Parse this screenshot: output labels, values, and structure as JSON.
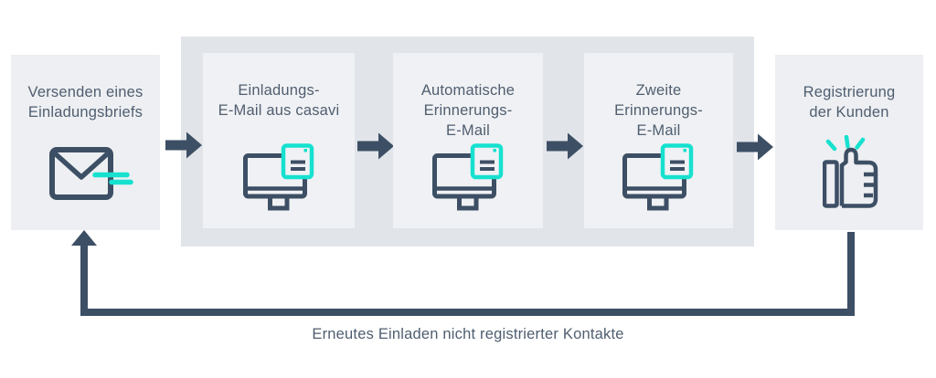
{
  "diagram": {
    "steps": [
      {
        "lines": [
          "Versenden eines",
          "Einladungsbriefs"
        ],
        "icon": "envelope-send-icon"
      },
      {
        "lines": [
          "Einladungs-",
          "E-Mail aus casavi"
        ],
        "icon": "monitor-email-icon"
      },
      {
        "lines": [
          "Automatische",
          "Erinnerungs-",
          "E-Mail"
        ],
        "icon": "monitor-email-icon"
      },
      {
        "lines": [
          "Zweite",
          "Erinnerungs-",
          "E-Mail"
        ],
        "icon": "monitor-email-icon"
      },
      {
        "lines": [
          "Registrierung",
          "der Kunden"
        ],
        "icon": "thumbs-up-icon"
      }
    ],
    "loop_label": "Erneutes Einladen nicht registrierter Kontakte",
    "colors": {
      "accent_cyan": "#16e1cf",
      "dark_slate": "#3d4f64",
      "text": "#4f5e70",
      "step_box_bg": "#edeff2",
      "inner_step_box_bg": "#f0f1f4",
      "stage_container_bg": "#e1e5ea",
      "page_bg": "#ffffff"
    }
  }
}
